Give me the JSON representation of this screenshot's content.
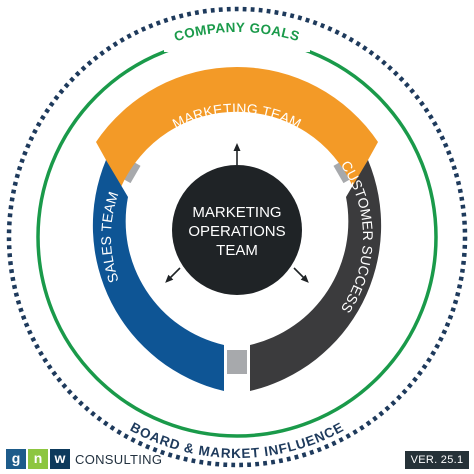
{
  "diagram": {
    "outer_ring_top_label": "COMPANY GOALS",
    "outer_ring_bottom_label": "BOARD & MARKET INFLUENCE",
    "center_label_lines": [
      "MARKETING",
      "OPERATIONS",
      "TEAM"
    ],
    "segments": [
      {
        "id": "marketing",
        "label": "MARKETING TEAM",
        "color": "#f39a27"
      },
      {
        "id": "customer-success",
        "label": "CUSTOMER SUCCESS",
        "color": "#3b3b3d"
      },
      {
        "id": "sales",
        "label": "SALES TEAM",
        "color": "#0e5595"
      }
    ],
    "colors": {
      "dotted_ring": "#1e3a5c",
      "green_ring": "#1a9a4a",
      "ring_label": "#1a9a4a",
      "bottom_label": "#1e3a5c",
      "center": "#1f2326",
      "connector": "#a7a9ac"
    }
  },
  "brand": {
    "logo_letters": [
      "g",
      "n",
      "w"
    ],
    "name": "CONSULTING"
  },
  "version": "VER. 25.1"
}
